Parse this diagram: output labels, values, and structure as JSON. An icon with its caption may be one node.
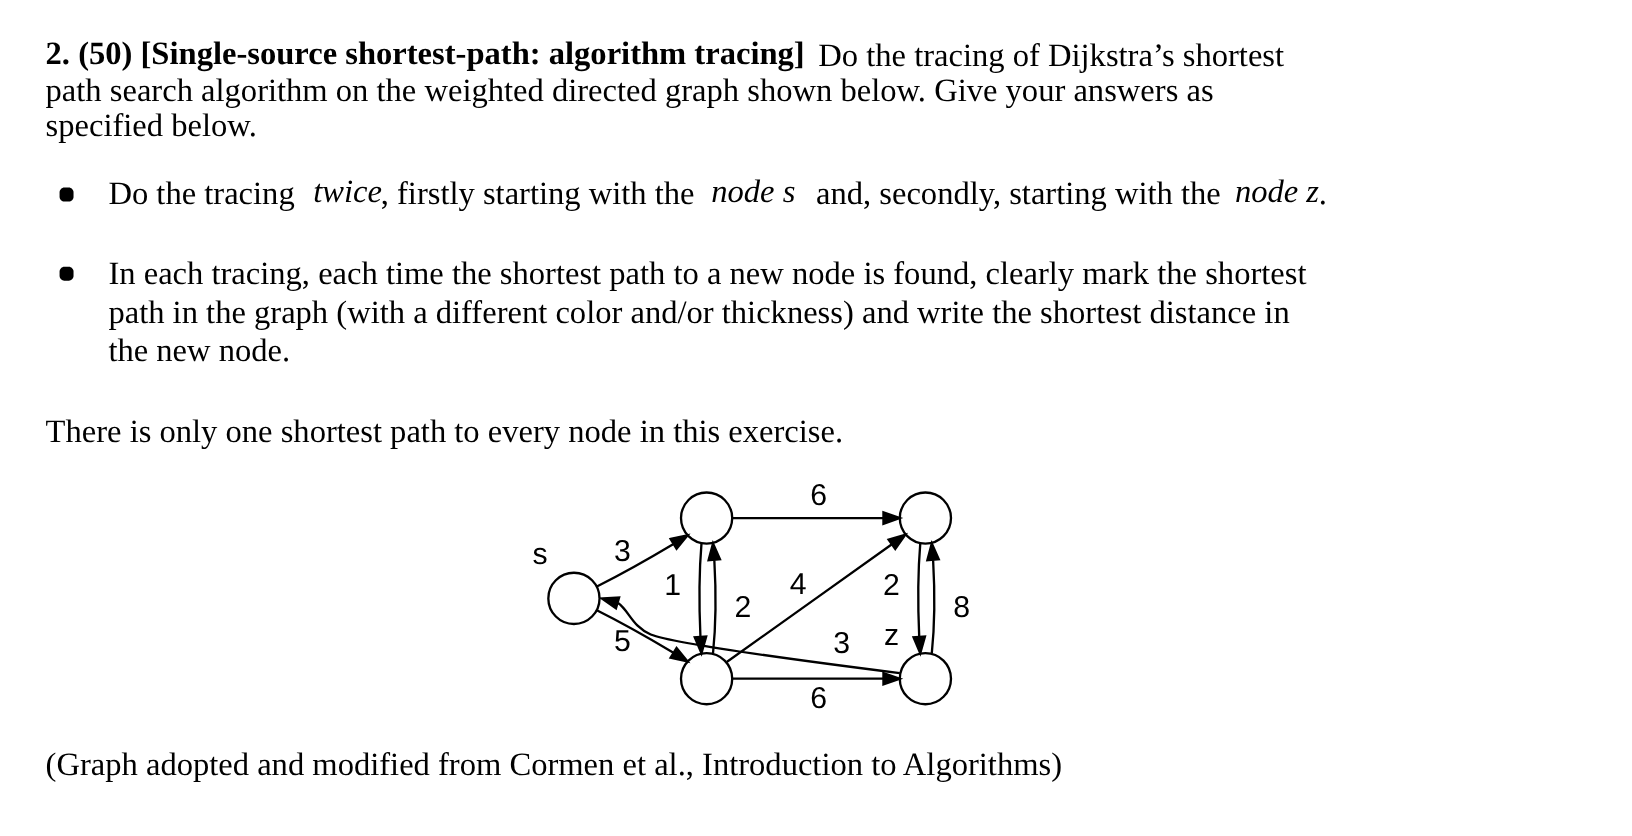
{
  "diagram": {
    "title": "**2. (50) [Single-source shortest-path: algorithm tracing]** Do the tracing of Dijkstra’s shortest path search algorithm on the weighted directed graph shown below. Give your answers as specified below.",
    "caption": "(Graph adopted and modified from Cormen et al., Introduction to Algorithms)",
    "nodes": [
      {
        "text": [],
        "shape": "circle",
        "beside": [
          "s"
        ]
      },
      {
        "text": [],
        "shape": "circle"
      },
      {
        "text": [],
        "shape": "circle"
      },
      {
        "text": [],
        "shape": "circle"
      },
      {
        "text": [],
        "shape": "circle",
        "beside": [
          "z"
        ]
      }
    ],
    "edges": [
      {
        "from": 0,
        "to": 1,
        "arrow": "to",
        "label": "3"
      },
      {
        "from": 0,
        "to": 2,
        "arrow": "to",
        "label": "5"
      },
      {
        "from": 1,
        "to": 3,
        "arrow": "to",
        "label": "6"
      },
      {
        "from": 1,
        "to": 2,
        "arrow": "to",
        "label": "1"
      },
      {
        "from": 2,
        "to": 1,
        "arrow": "to",
        "label": "2"
      },
      {
        "from": 2,
        "to": 3,
        "arrow": "to",
        "label": "4"
      },
      {
        "from": 2,
        "to": 4,
        "arrow": "to",
        "label": "6"
      },
      {
        "from": 4,
        "to": 0,
        "arrow": "to",
        "label": "3"
      },
      {
        "from": 3,
        "to": 4,
        "arrow": "to",
        "label": "2"
      },
      {
        "from": 4,
        "to": 3,
        "arrow": "to",
        "label": "8"
      }
    ],
    "labels": [
      "Do the tracing *twice*, firstly starting with the *node s* and, secondly, starting with the *node z*.",
      "In each tracing, each time the shortest path to a new node is found, clearly mark the shortest path in the graph (with a different color and/or thickness) and write the shortest distance in the new node.",
      "There is only one shortest path to every node in this exercise."
    ]
  }
}
